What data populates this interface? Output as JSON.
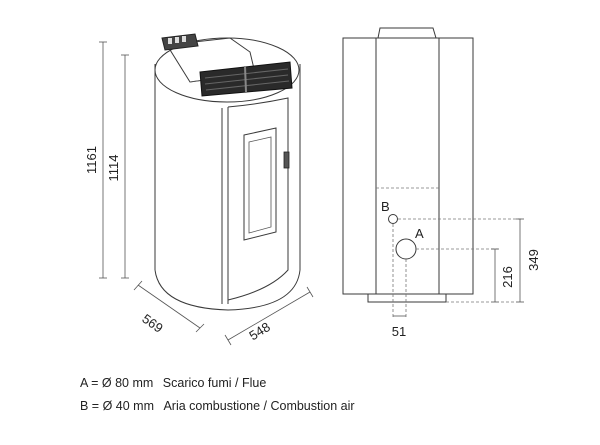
{
  "dimensions": {
    "total_height": "1161",
    "body_height": "1114",
    "depth": "569",
    "width": "548",
    "combustion_air_height": "349",
    "flue_height": "216",
    "center_offset": "51"
  },
  "markers": {
    "a": "A",
    "b": "B"
  },
  "legend": {
    "line_a_code": "A = Ø 80 mm",
    "line_a_desc": "Scarico fumi / Flue",
    "line_b_code": "B = Ø 40 mm",
    "line_b_desc": "Aria combustione / Combustion air"
  }
}
